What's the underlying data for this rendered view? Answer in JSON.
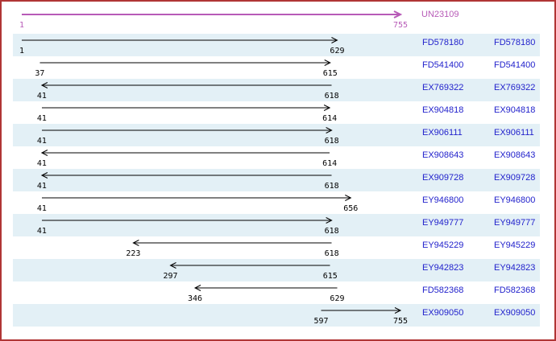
{
  "colors": {
    "border": "#b03535",
    "row_stripe": "#e3f0f6",
    "link_blue": "#2222cc",
    "reference_magenta": "#b75ab7",
    "arrow_black": "#000000"
  },
  "chart_data": {
    "type": "bar",
    "subtype": "horizontal-span-alignment-map",
    "title": "",
    "axis": {
      "min": 1,
      "max": 755
    },
    "legend_position": "right",
    "reference": {
      "label": "UN23109",
      "start": 1,
      "end": 755,
      "direction": "right"
    },
    "rows": [
      {
        "label": "FD578180",
        "start": 1,
        "end": 629,
        "direction": "right"
      },
      {
        "label": "FD541400",
        "start": 37,
        "end": 615,
        "direction": "right"
      },
      {
        "label": "EX769322",
        "start": 41,
        "end": 618,
        "direction": "left"
      },
      {
        "label": "EX904818",
        "start": 41,
        "end": 614,
        "direction": "right"
      },
      {
        "label": "EX906111",
        "start": 41,
        "end": 618,
        "direction": "right"
      },
      {
        "label": "EX908643",
        "start": 41,
        "end": 614,
        "direction": "left"
      },
      {
        "label": "EX909728",
        "start": 41,
        "end": 618,
        "direction": "left"
      },
      {
        "label": "EY946800",
        "start": 41,
        "end": 656,
        "direction": "right"
      },
      {
        "label": "EY949777",
        "start": 41,
        "end": 618,
        "direction": "right"
      },
      {
        "label": "EY945229",
        "start": 223,
        "end": 618,
        "direction": "left"
      },
      {
        "label": "EY942823",
        "start": 297,
        "end": 615,
        "direction": "left"
      },
      {
        "label": "FD582368",
        "start": 346,
        "end": 629,
        "direction": "left"
      },
      {
        "label": "EX909050",
        "start": 597,
        "end": 755,
        "direction": "right"
      }
    ]
  }
}
